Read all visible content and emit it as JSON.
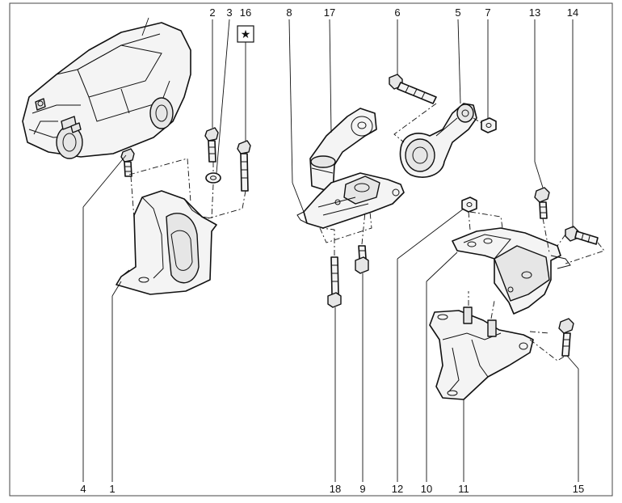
{
  "labels": {
    "top": [
      {
        "id": "2",
        "text": "2"
      },
      {
        "id": "3",
        "text": "3"
      },
      {
        "id": "16",
        "text": "16"
      },
      {
        "id": "8",
        "text": "8"
      },
      {
        "id": "17",
        "text": "17"
      },
      {
        "id": "6",
        "text": "6"
      },
      {
        "id": "5",
        "text": "5"
      },
      {
        "id": "7",
        "text": "7"
      },
      {
        "id": "13",
        "text": "13"
      },
      {
        "id": "14",
        "text": "14"
      }
    ],
    "bottom": [
      {
        "id": "4",
        "text": "4"
      },
      {
        "id": "1",
        "text": "1"
      },
      {
        "id": "18",
        "text": "18"
      },
      {
        "id": "9",
        "text": "9"
      },
      {
        "id": "12",
        "text": "12"
      },
      {
        "id": "10",
        "text": "10"
      },
      {
        "id": "11",
        "text": "11"
      },
      {
        "id": "15",
        "text": "15"
      }
    ]
  },
  "symbols": {
    "star_badge": "★"
  }
}
